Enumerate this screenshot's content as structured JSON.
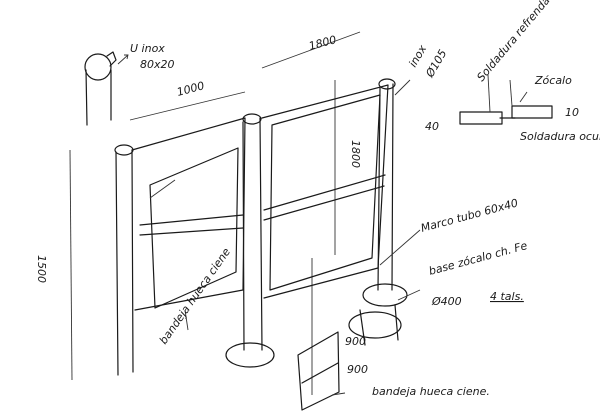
{
  "sketch": {
    "annotations": {
      "profile": "U inox",
      "profile_size": "80x20",
      "width_left": "1000",
      "width_right": "1800",
      "height_panel": "1800",
      "height_total": "1500",
      "post": "inox",
      "post_diameter": "Ø105",
      "soldadura_refrendada": "Soldadura refrendada",
      "zocalo": "Zócalo",
      "dim_40": "40",
      "dim_10": "10",
      "soldadura_oculta": "Soldadura oculta.",
      "marco": "Marco tubo 60x40",
      "base": "base zócalo ch. Fe",
      "base_diameter": "Ø400",
      "tals": "4 tals.",
      "bandeja_left": "bandeja hueca ciene",
      "bandeja_right": "bandeja hueca ciene.",
      "dim_900a": "900",
      "dim_900b": "900"
    }
  }
}
